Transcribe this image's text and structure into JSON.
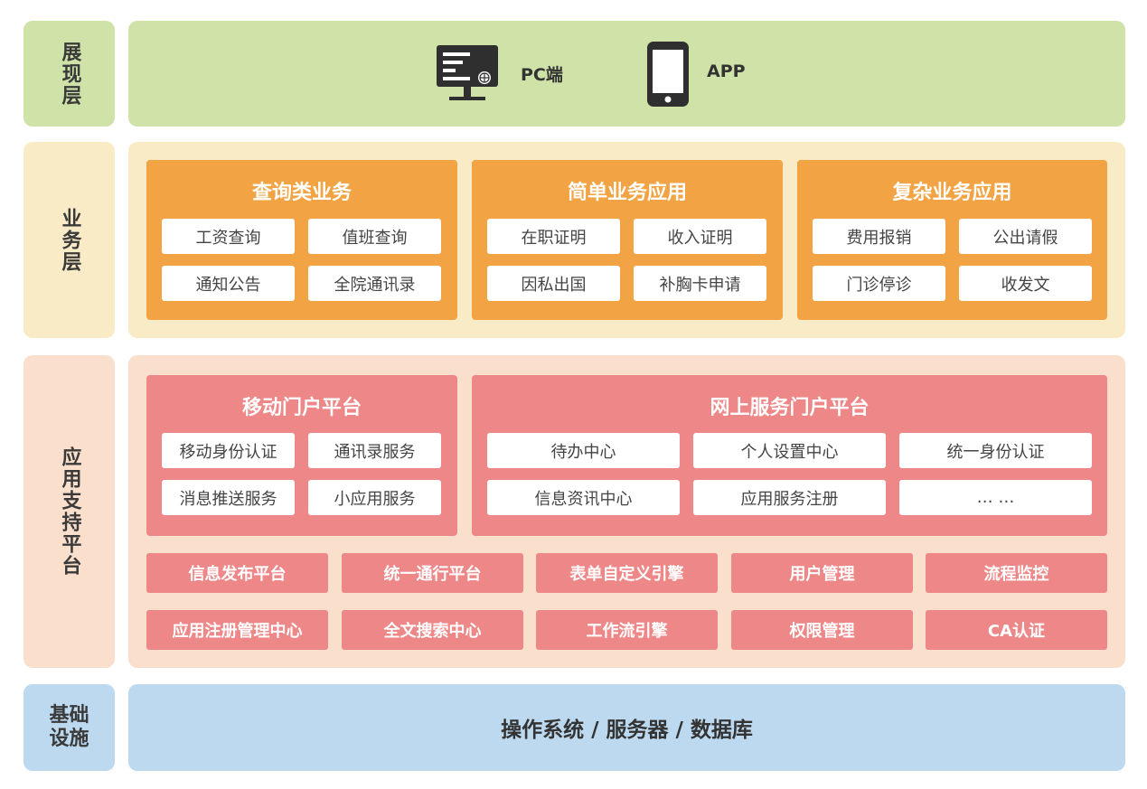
{
  "layers": {
    "presentation": {
      "label": "展现层",
      "pc_label": "PC端",
      "app_label": "APP",
      "icons": [
        "monitor-icon",
        "smartphone-icon"
      ]
    },
    "business": {
      "label": "业务层",
      "groups": [
        {
          "title": "查询类业务",
          "items": [
            "工资查询",
            "值班查询",
            "通知公告",
            "全院通讯录"
          ]
        },
        {
          "title": "简单业务应用",
          "items": [
            "在职证明",
            "收入证明",
            "因私出国",
            "补胸卡申请"
          ]
        },
        {
          "title": "复杂业务应用",
          "items": [
            "费用报销",
            "公出请假",
            "门诊停诊",
            "收发文"
          ]
        }
      ]
    },
    "support": {
      "label": "应用支持平台",
      "mobile_portal": {
        "title": "移动门户平台",
        "items": [
          "移动身份认证",
          "通讯录服务",
          "消息推送服务",
          "小应用服务"
        ]
      },
      "web_portal": {
        "title": "网上服务门户平台",
        "items": [
          "待办中心",
          "个人设置中心",
          "统一身份认证",
          "信息资讯中心",
          "应用服务注册",
          "… …"
        ]
      },
      "row1": [
        "信息发布平台",
        "统一通行平台",
        "表单自定义引擎",
        "用户管理",
        "流程监控"
      ],
      "row2": [
        "应用注册管理中心",
        "全文搜索中心",
        "工作流引擎",
        "权限管理",
        "CA认证"
      ]
    },
    "infrastructure": {
      "label": "基础设施",
      "content": "操作系统 / 服务器 / 数据库"
    }
  },
  "colors": {
    "presentation": "#cfe3a8",
    "business": "#f8ebc6",
    "support": "#f9dfcc",
    "infrastructure": "#bcd9ef",
    "orange": "#f2a343",
    "pink": "#ee8888"
  }
}
